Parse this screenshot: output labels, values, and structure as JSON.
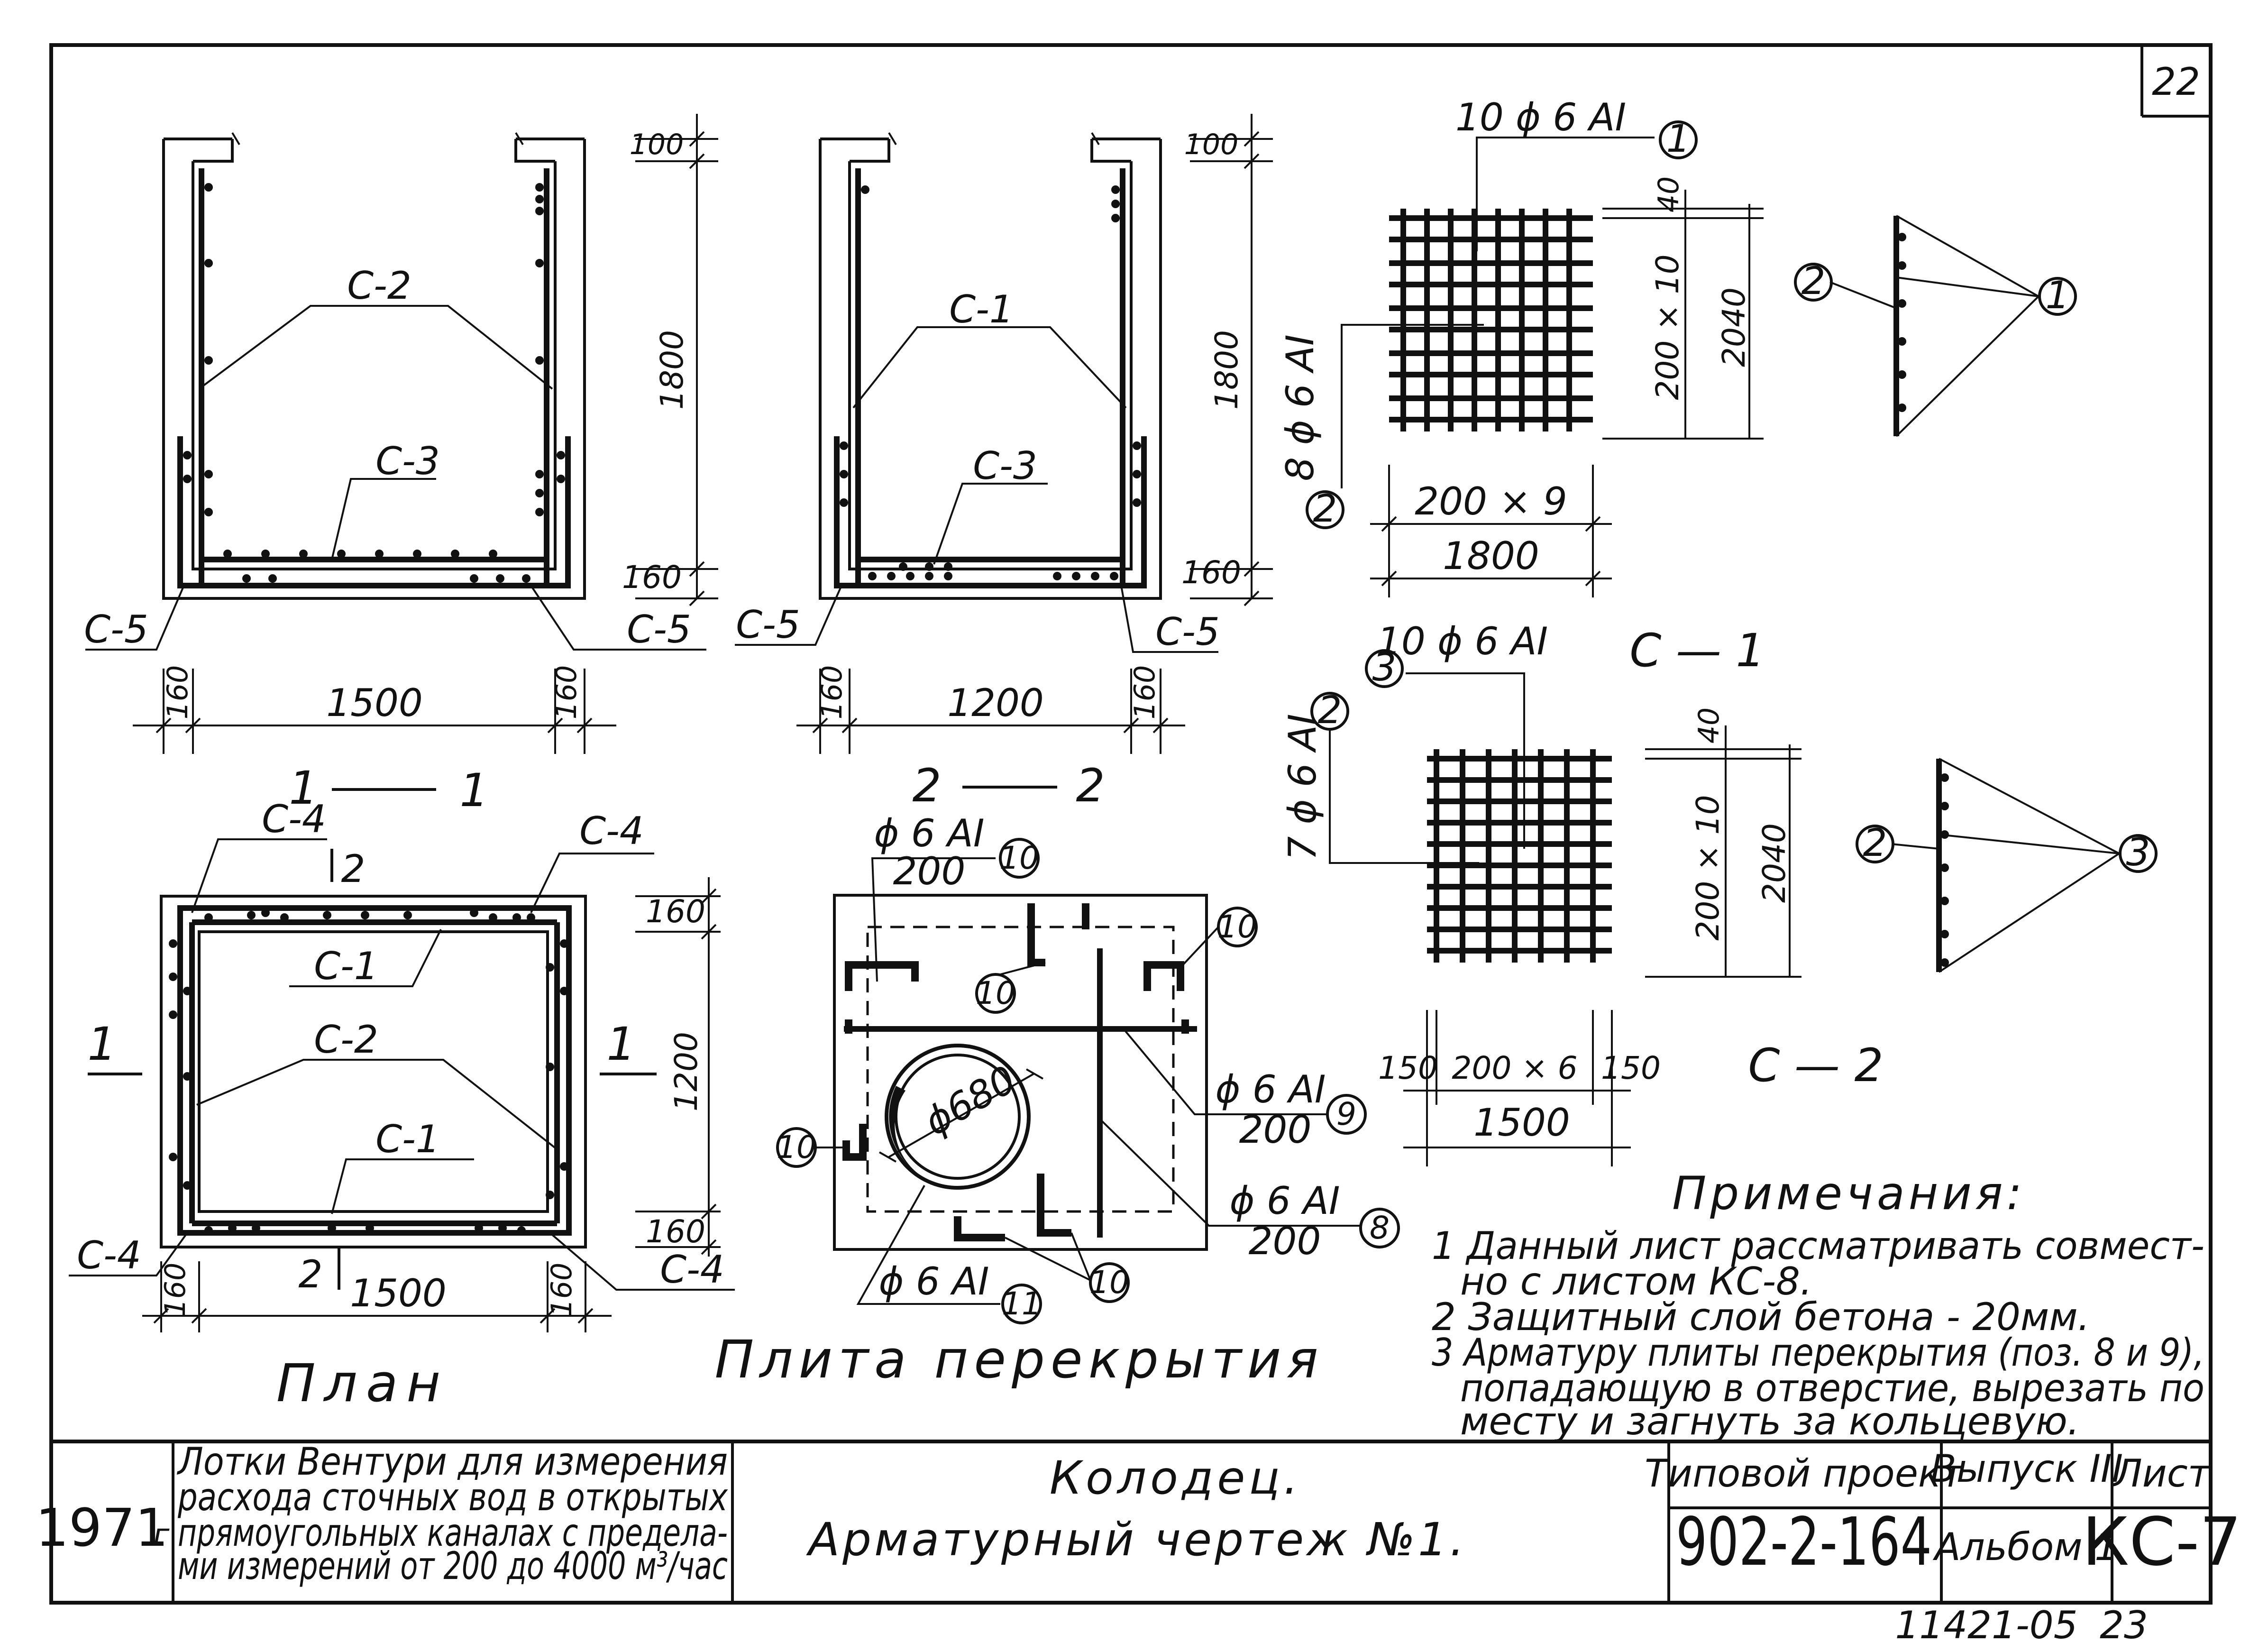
{
  "sheet_number": "22",
  "section_1_1": {
    "title_left": "1",
    "title_right": "1",
    "labels": [
      "С-2",
      "С-3",
      "С-5",
      "С-5"
    ],
    "dims": {
      "top": "100",
      "height": "1800",
      "bottom": "160",
      "left": "160",
      "width": "1500",
      "right": "160"
    }
  },
  "section_2_2": {
    "title_left": "2",
    "title_right": "2",
    "labels": [
      "С-1",
      "С-3",
      "С-5",
      "С-5"
    ],
    "dims": {
      "top": "100",
      "height": "1800",
      "bottom": "160",
      "left": "160",
      "width": "1200",
      "right": "160"
    }
  },
  "mesh_c1": {
    "title": "С — 1",
    "top_bars": "10 ϕ 6 AI",
    "side_bars": "8 ϕ 6 AI",
    "pos_top": "1",
    "pos_side": "2",
    "dim_offset": "40",
    "dim_step": "200 × 10",
    "dim_total": "2040",
    "dim_bottom_step": "200 × 9",
    "dim_bottom_total": "1800",
    "detail_left": "2",
    "detail_right": "1"
  },
  "mesh_c2": {
    "title": "С — 2",
    "top_bars": "10 ϕ 6 AI",
    "side_bars": "7 ϕ 6 AI",
    "pos_top": "3",
    "pos_side": "2",
    "dim_offset": "40",
    "dim_step": "200 × 10",
    "dim_total": "2040",
    "dim_bottom_left": "150",
    "dim_bottom_step": "200 × 6",
    "dim_bottom_right": "150",
    "dim_bottom_total": "1500",
    "detail_left": "2",
    "detail_right": "3"
  },
  "plan": {
    "title": "План",
    "labels": [
      "С-4",
      "С-4",
      "С-1",
      "С-2",
      "С-1",
      "С-4",
      "С-4"
    ],
    "cut_1": "1",
    "cut_2": "2",
    "dims": {
      "top": "160",
      "height": "1200",
      "bottom": "160",
      "left": "160",
      "width": "1500",
      "right": "160"
    }
  },
  "slab": {
    "title": "Плита перекрытия",
    "hole": "ϕ680",
    "callouts": [
      {
        "spec": "ϕ 6 AI",
        "spacing": "200",
        "pos": "10"
      },
      {
        "spec": "ϕ 6 AI",
        "spacing": "200",
        "pos": "9"
      },
      {
        "spec": "ϕ 6 AI",
        "spacing": "200",
        "pos": "8"
      },
      {
        "spec": "ϕ 6 AI",
        "spacing": "",
        "pos": "11"
      }
    ],
    "pos10": "10"
  },
  "notes": {
    "title": "Примечания:",
    "items": [
      "1 Данный лист рассматривать совмест-",
      "но с листом  КС-8.",
      "2 Защитный  слой  бетона - 20мм.",
      "3 Арматуру  плиты перекрытия (поз. 8 и 9),",
      "попадающую в отверстие, вырезать по",
      "месту  и  загнуть  за  кольцевую."
    ]
  },
  "title_block": {
    "year": "1971",
    "year_suffix": "г",
    "description": [
      "Лотки Вентури для измерения",
      "расхода сточных вод в открытых",
      "прямоугольных каналах с предела-",
      "ми измерений от 200 до 4000 м³/час"
    ],
    "drawing_title_1": "Колодец.",
    "drawing_title_2": "Арматурный   чертеж  №1.",
    "project_label": "Типовой проект",
    "project_number": "902-2-164",
    "issue_label": "Выпуск III",
    "album_label": "Альбом 1",
    "sheet_label": "Лист",
    "sheet_code": "КС-7"
  },
  "footer": {
    "archive_code": "11421-05",
    "page": "23"
  }
}
